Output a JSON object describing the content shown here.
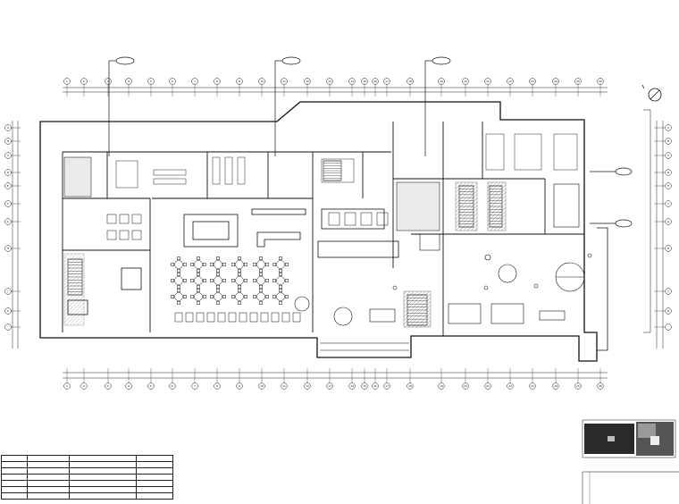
{
  "drawing": {
    "key_plan_title": "",
    "sheet_note": "",
    "top_axis_labels": [
      "1",
      "2",
      "3",
      "4",
      "5",
      "6",
      "7",
      "8",
      "9",
      "10",
      "11",
      "12",
      "13",
      "14",
      "15",
      "16",
      "17",
      "18",
      "19",
      "20",
      "21",
      "22",
      "23",
      "24",
      "25",
      "26",
      "27"
    ],
    "left_axis_labels": [
      "A",
      "B",
      "C",
      "D",
      "E",
      "F",
      "G",
      "H",
      "J",
      "K"
    ],
    "right_axis_labels": [
      "A",
      "B",
      "C",
      "D",
      "E",
      "F",
      "G",
      "H",
      "J",
      "K"
    ],
    "section_markers": [
      "",
      "",
      "",
      "",
      ""
    ]
  },
  "legend_table": {
    "title": "",
    "subtitle": "",
    "header": [
      "",
      "",
      "",
      ""
    ],
    "rows": [
      [
        "",
        "",
        "",
        ""
      ],
      [
        "",
        "",
        "",
        ""
      ],
      [
        "",
        "",
        "",
        ""
      ],
      [
        "",
        "",
        "",
        ""
      ],
      [
        "",
        "",
        "",
        ""
      ],
      [
        "",
        "",
        "",
        ""
      ]
    ]
  },
  "colors": {
    "line": "#111111",
    "thin": "#333333",
    "hatch": "#555555"
  }
}
